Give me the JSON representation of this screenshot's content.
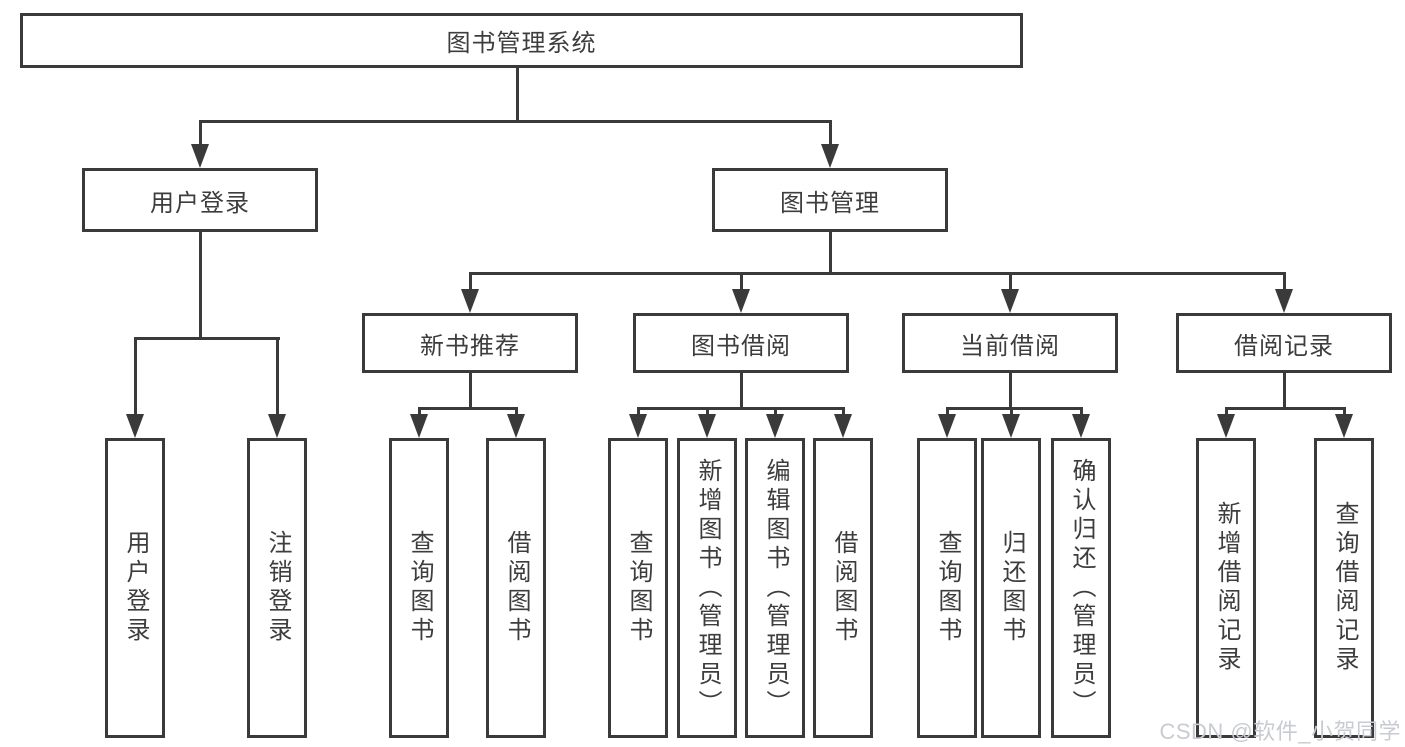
{
  "tree": {
    "root": {
      "label": "图书管理系统",
      "children": [
        {
          "label": "用户登录",
          "children": [
            {
              "label": "用户登录"
            },
            {
              "label": "注销登录"
            }
          ]
        },
        {
          "label": "图书管理",
          "children": [
            {
              "label": "新书推荐",
              "children": [
                {
                  "label": "查询图书"
                },
                {
                  "label": "借阅图书"
                }
              ]
            },
            {
              "label": "图书借阅",
              "children": [
                {
                  "label": "查询图书"
                },
                {
                  "label": "新增图书（管理员）"
                },
                {
                  "label": "编辑图书（管理员）"
                },
                {
                  "label": "借阅图书"
                }
              ]
            },
            {
              "label": "当前借阅",
              "children": [
                {
                  "label": "查询图书"
                },
                {
                  "label": "归还图书"
                },
                {
                  "label": "确认归还（管理员）"
                }
              ]
            },
            {
              "label": "借阅记录",
              "children": [
                {
                  "label": "新增借阅记录"
                },
                {
                  "label": "查询借阅记录"
                }
              ]
            }
          ]
        }
      ]
    }
  },
  "watermark": {
    "text": "CSDN @软件_小贺同学"
  },
  "colors": {
    "line": "#3a3a3a",
    "text": "#3d3d3d",
    "watermark": "#c8cbd1",
    "background": "#ffffff"
  }
}
